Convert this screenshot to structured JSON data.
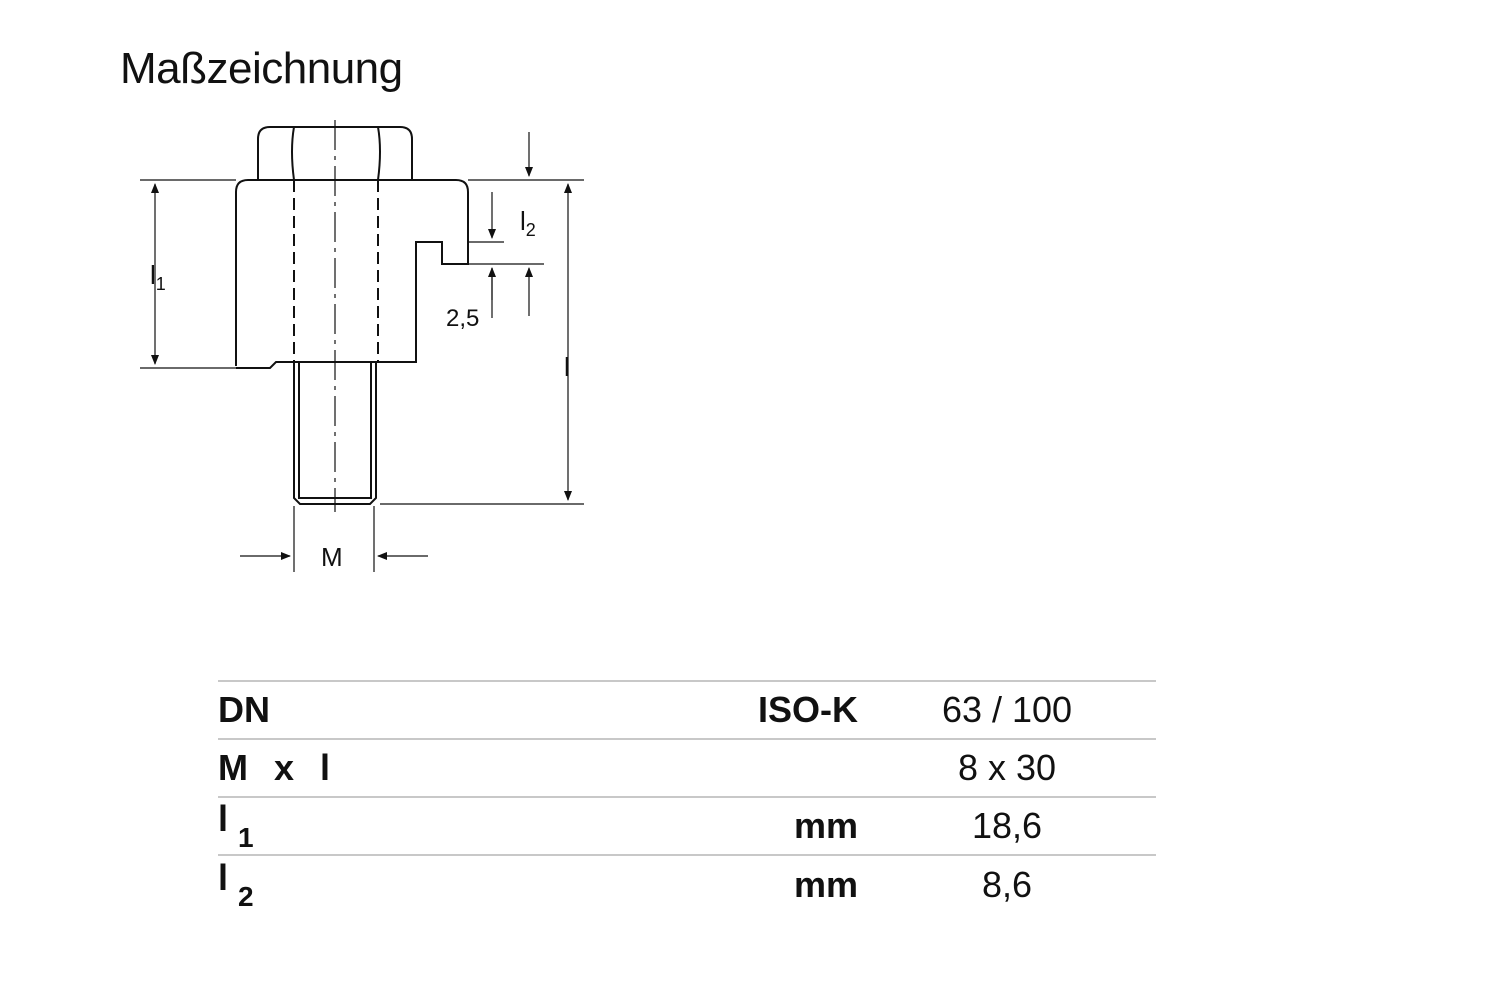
{
  "title": "Maßzeichnung",
  "drawing": {
    "label_l1_base": "l",
    "label_l1_sub": "1",
    "label_l2_base": "l",
    "label_l2_sub": "2",
    "label_2_5": "2,5",
    "label_l": "l",
    "label_m": "M"
  },
  "table": {
    "rows": [
      {
        "name": "DN",
        "name_sub": "",
        "unit": "ISO-K",
        "value": "63 / 100"
      },
      {
        "name_parts": [
          "M",
          "x",
          "l"
        ],
        "unit": "",
        "value": "8 x 30"
      },
      {
        "name": "l",
        "name_sub": "1",
        "unit": "mm",
        "value": "18,6"
      },
      {
        "name": "l",
        "name_sub": "2",
        "unit": "mm",
        "value": "8,6"
      }
    ]
  },
  "colors": {
    "line": "#111111",
    "rule": "#c8c8c8"
  }
}
